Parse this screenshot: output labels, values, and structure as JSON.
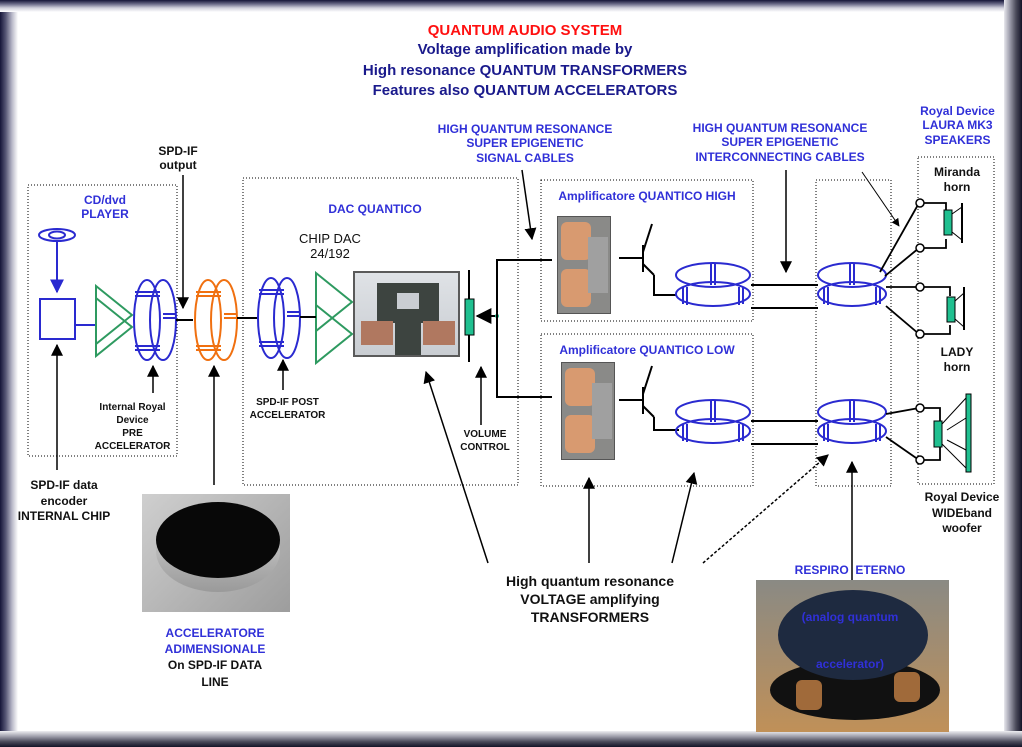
{
  "header": {
    "title": "QUANTUM AUDIO SYSTEM",
    "subtitle_lines": [
      "Voltage amplification made by",
      "High resonance QUANTUM TRANSFORMERS",
      "Features also QUANTUM ACCELERATORS"
    ]
  },
  "colors": {
    "title": "#ff1010",
    "subtitle": "#1a1a8c",
    "label_blue": "#3030d8",
    "coil_blue": "#2a2ad0",
    "coil_orange": "#f07010",
    "amp_green": "#2e9a60",
    "component_teal": "#20c090"
  },
  "labels": {
    "cd_player": [
      "CD/dvd",
      "PLAYER"
    ],
    "spdif_output": [
      "SPD-IF",
      "output"
    ],
    "dac_quantico": "DAC QUANTICO",
    "chip_dac": [
      "CHIP DAC",
      "24/192"
    ],
    "signal_cables": [
      "HIGH QUANTUM RESONANCE",
      "SUPER EPIGENETIC",
      "SIGNAL CABLES"
    ],
    "interconnect_cables": [
      "HIGH QUANTUM RESONANCE",
      "SUPER EPIGENETIC",
      "INTERCONNECTING CABLES"
    ],
    "speakers": [
      "Royal Device",
      "LAURA MK3",
      "SPEAKERS"
    ],
    "miranda_horn": [
      "Miranda",
      "horn"
    ],
    "lady_horn": [
      "LADY",
      "horn"
    ],
    "woofer": [
      "Royal Device",
      "WIDEband",
      "woofer"
    ],
    "amp_high": "Amplificatore QUANTICO HIGH",
    "amp_low": "Amplificatore QUANTICO LOW",
    "pre_accelerator": [
      "Internal Royal",
      "Device",
      "PRE",
      "ACCELERATOR"
    ],
    "spdif_encoder": [
      "SPD-IF data",
      "encoder",
      "INTERNAL CHIP"
    ],
    "post_accelerator": [
      "SPD-IF POST",
      "ACCELERATOR"
    ],
    "volume_control": [
      "VOLUME",
      "CONTROL"
    ],
    "acceleratore_adimensionale": [
      "ACCELERATORE",
      "ADIMENSIONALE"
    ],
    "spdif_data_line": [
      "On SPD-IF DATA",
      "LINE"
    ],
    "voltage_transformers": [
      "High quantum resonance",
      "VOLTAGE amplifying",
      "TRANSFORMERS"
    ],
    "respiro_eterno": [
      "RESPIRO  ETERNO",
      "(analog quantum",
      "accelerator)"
    ]
  }
}
